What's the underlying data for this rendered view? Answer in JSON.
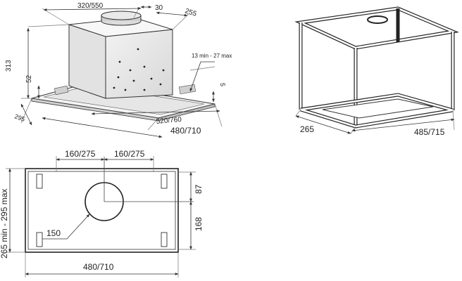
{
  "view_3d_unit": {
    "dim_top_width": "320/550",
    "dim_outlet_depth": "30",
    "dim_top_depth": "255",
    "dim_clearance": "13 min - 27 max",
    "dim_height": "313",
    "dim_lower_height": "52",
    "dim_small": "5",
    "dim_depth": "295",
    "dim_frame_width": "520/760",
    "dim_total_width": "480/710"
  },
  "view_cabinet": {
    "dim_depth": "265",
    "dim_width": "485/715"
  },
  "view_plan": {
    "dim_left_offset": "160/275",
    "dim_right_offset": "160/275",
    "dim_cutout_depth": "265 min - 295 max",
    "dim_upper": "87",
    "dim_lower": "168",
    "dim_hole_diameter": "150",
    "dim_total_width": "480/710"
  }
}
